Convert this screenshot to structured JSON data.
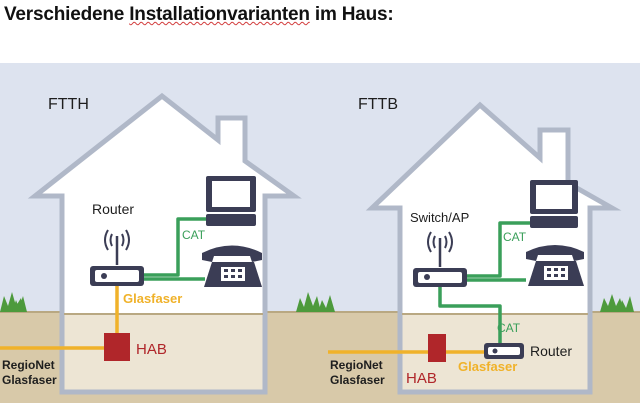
{
  "heading": {
    "prefix": "Verschiedene ",
    "underlined": "Installationvarianten",
    "suffix": " im Haus:"
  },
  "colors": {
    "sky": "#dde3ef",
    "house_outline": "#b0b8c8",
    "ground": "#d8c9a9",
    "fiber": "#f0b22a",
    "cat": "#3a9f5a",
    "hab": "#b0262a",
    "router": "#3b3d55",
    "grass": "#4d9a3c",
    "text_dark": "#1e1e1e"
  },
  "ftth": {
    "title": "FTTH",
    "router_label": "Router",
    "cat_label": "CAT",
    "fiber_label": "Glasfaser",
    "hab_label": "HAB",
    "external_label_1": "RegioNet",
    "external_label_2": "Glasfaser"
  },
  "fttb": {
    "title": "FTTB",
    "switch_label": "Switch/AP",
    "cat_label_1": "CAT",
    "cat_label_2": "CAT",
    "router_label": "Router",
    "hab_label": "HAB",
    "fiber_label": "Glasfaser",
    "external_label_1": "RegioNet",
    "external_label_2": "Glasfaser"
  }
}
